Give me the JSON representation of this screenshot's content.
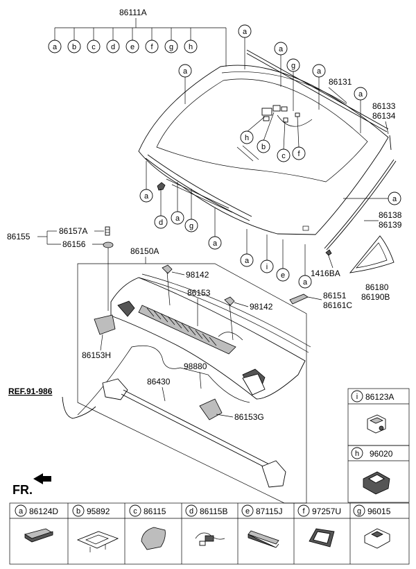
{
  "callouts": {
    "a": "a",
    "b": "b",
    "c": "c",
    "d": "d",
    "e": "e",
    "f": "f",
    "g": "g",
    "h": "h",
    "i": "i"
  },
  "labels": {
    "windshield_glass": "86111A",
    "upper_moulding": "86131",
    "side_moulding_lh": "86133",
    "side_moulding_rh": "86134",
    "side_moulding_2_lh": "86138",
    "side_moulding_2_rh": "86139",
    "quarter_glass_lh": "86180",
    "quarter_glass_rh": "86190B",
    "clip_1416ba": "1416BA",
    "fastener_group": "86155",
    "clip_86157a": "86157A",
    "grommet_86156": "86156",
    "cowl_top_cover": "86150A",
    "nozzle_98142": "98142",
    "cowl_panel": "86153",
    "pad_86153h": "86153H",
    "pad_86153g": "86153G",
    "washer_hose": "98880",
    "weatherstrip": "86430",
    "retainer_lh": "86151",
    "retainer_rh": "86161C",
    "reference": "REF.91-986",
    "front": "FR."
  },
  "legend_right": [
    {
      "letter": "i",
      "part": "86123A"
    },
    {
      "letter": "h",
      "part": "96020"
    }
  ],
  "legend_bottom": [
    {
      "letter": "a",
      "part": "86124D"
    },
    {
      "letter": "b",
      "part": "95892"
    },
    {
      "letter": "c",
      "part": "86115"
    },
    {
      "letter": "d",
      "part": "86115B"
    },
    {
      "letter": "e",
      "part": "87115J"
    },
    {
      "letter": "f",
      "part": "97257U"
    },
    {
      "letter": "g",
      "part": "96015"
    }
  ]
}
